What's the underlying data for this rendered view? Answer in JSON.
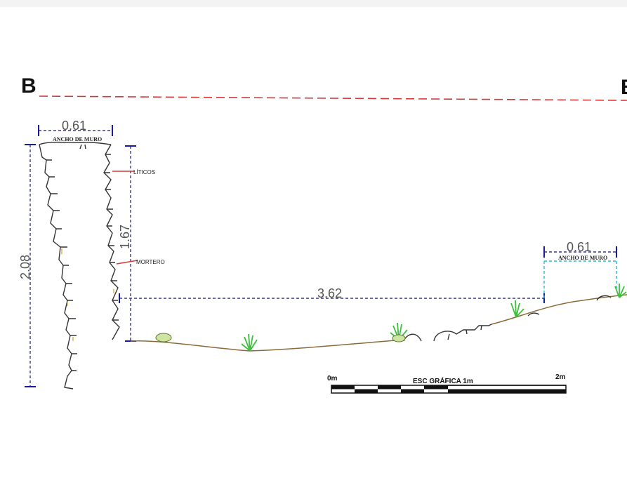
{
  "section": {
    "letter_left": "B",
    "letter_right": "B",
    "cut_line_color": "#d23a3a"
  },
  "dimensions": {
    "wall_width_left": "0.61",
    "wall_height_left": "2.08",
    "wall_height_inner": "1.67",
    "span": "3.62",
    "wall_width_right": "0.61"
  },
  "labels": {
    "ancho_de_muro_left": "ANCHO DE MURO",
    "ancho_de_muro_right": "ANCHO DE MURO",
    "liticos": "LÍTICOS",
    "mortero": "MORTERO"
  },
  "scale_bar": {
    "start_label": "0m",
    "title": "ESC GRÁFICA 1m",
    "end_label": "2m"
  },
  "colors": {
    "dimension_line": "#3a3a8a",
    "dimension_tick": "#1a1aa0",
    "callout_line": "#d43a3a",
    "ground": "#8a6a3a",
    "vegetation": "#3fbf3f",
    "right_wall_dim": "#2ab8d8"
  }
}
